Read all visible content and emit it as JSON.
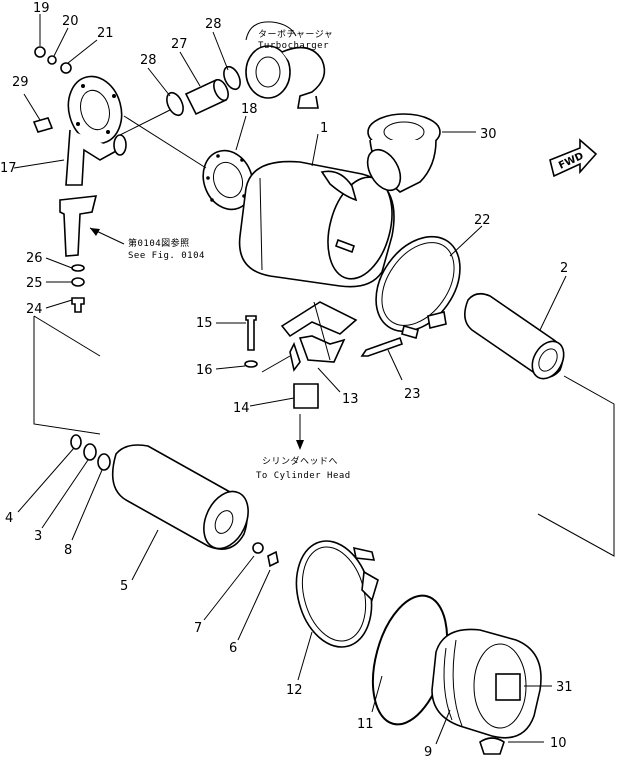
{
  "labels": {
    "p1": "1",
    "p2": "2",
    "p3": "3",
    "p4": "4",
    "p5": "5",
    "p6": "6",
    "p7": "7",
    "p8": "8",
    "p9": "9",
    "p10": "10",
    "p11": "11",
    "p12": "12",
    "p13": "13",
    "p14": "14",
    "p15": "15",
    "p16": "16",
    "p17": "17",
    "p18": "18",
    "p19": "19",
    "p20": "20",
    "p21": "21",
    "p22": "22",
    "p23": "23",
    "p24": "24",
    "p25": "25",
    "p26": "26",
    "p27": "27",
    "p28a": "28",
    "p28b": "28",
    "p29": "29",
    "p30": "30",
    "p31": "31"
  },
  "notes": {
    "turbo_jp": "ターボチャージャ",
    "turbo_en": "Turbocharger",
    "fig_jp": "第0104図参照",
    "fig_en": "See Fig. 0104",
    "cyl_jp": "シリンダヘッドへ",
    "cyl_en": "To Cylinder Head",
    "fwd": "FWD"
  }
}
